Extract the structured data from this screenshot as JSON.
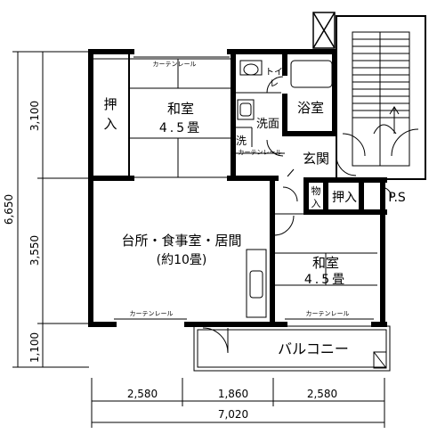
{
  "rooms": {
    "oshiire_left": "押\n入",
    "washitsu_top_name": "和室",
    "washitsu_top_size": "4.5畳",
    "toilet": "トイ\nレ",
    "bathroom": "浴室",
    "washroom": "洗面",
    "washer": "洗",
    "entrance": "玄関",
    "storage": "物\n入",
    "oshiire_right": "押入",
    "ps": "P.S",
    "ldk_name": "台所・食事室・居間",
    "ldk_size": "(約10畳)",
    "washitsu_bottom_name": "和室",
    "washitsu_bottom_size": "4.5畳",
    "balcony": "バルコニー"
  },
  "curtain_rail": "カーテンレール",
  "dimensions": {
    "vertical_total": "6,650",
    "vertical_parts": [
      "3,100",
      "3,550",
      "1,100"
    ],
    "horizontal_parts": [
      "2,580",
      "1,860",
      "2,580"
    ],
    "horizontal_total": "7,020"
  }
}
